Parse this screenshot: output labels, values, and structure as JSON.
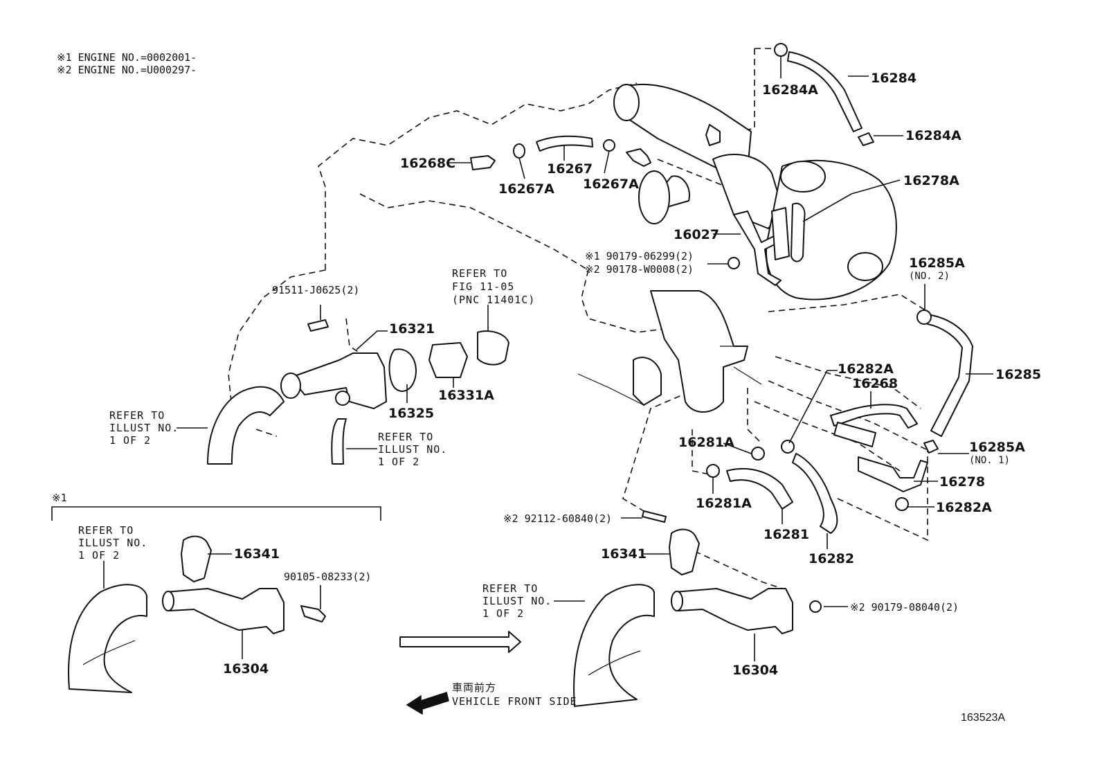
{
  "notes": {
    "note1": "※1 ENGINE NO.=0002001-",
    "note2": "※2 ENGINE NO.=U000297-"
  },
  "refs": {
    "fig_1": "REFER TO",
    "fig_2": "FIG 11-05",
    "fig_3": "(PNC 11401C)",
    "illust_left_1": "REFER TO",
    "illust_left_2": "ILLUST NO.",
    "illust_left_3": "1 OF 2",
    "illust_mid_1": "REFER TO",
    "illust_mid_2": "ILLUST NO.",
    "illust_mid_3": "1 OF 2",
    "illust_box_1": "REFER TO",
    "illust_box_2": "ILLUST NO.",
    "illust_box_3": "1 OF 2",
    "illust_right_1": "REFER TO",
    "illust_right_2": "ILLUST NO.",
    "illust_right_3": "1 OF 2"
  },
  "labels": {
    "p16284A_top": "16284A",
    "p16284": "16284",
    "p16284A_right": "16284A",
    "p16268C": "16268C",
    "p16267": "16267",
    "p16267A_left": "16267A",
    "p16267A_right": "16267A",
    "p16278A": "16278A",
    "p16027": "16027",
    "bolt_06299": "※1 90179-06299(2)",
    "bolt_W0008": "※2 90178-W0008(2)",
    "p16285A_no2": "16285A",
    "p16285A_no2_sub": "(NO. 2)",
    "p16285": "16285",
    "p91511": "91511-J0625(2)",
    "p16321": "16321",
    "p16325": "16325",
    "p16331A": "16331A",
    "p16282A_top": "16282A",
    "p16268": "16268",
    "p16281A_top": "16281A",
    "p16285A_no1": "16285A",
    "p16285A_no1_sub": "(NO. 1)",
    "p16278": "16278",
    "p16281A_bottom": "16281A",
    "p16282A_bottom": "16282A",
    "p16281": "16281",
    "p16282": "16282",
    "stud_60840": "※2 92112-60840(2)",
    "p16341_right": "16341",
    "nut_08040": "※2 90179-08040(2)",
    "p16304_right": "16304",
    "box_marker": "※1",
    "p16341_box": "16341",
    "bolt_08233": "90105-08233(2)",
    "p16304_box": "16304"
  },
  "direction": {
    "jp": "車両前方",
    "en": "VEHICLE FRONT SIDE"
  },
  "figure_id": "163523A"
}
